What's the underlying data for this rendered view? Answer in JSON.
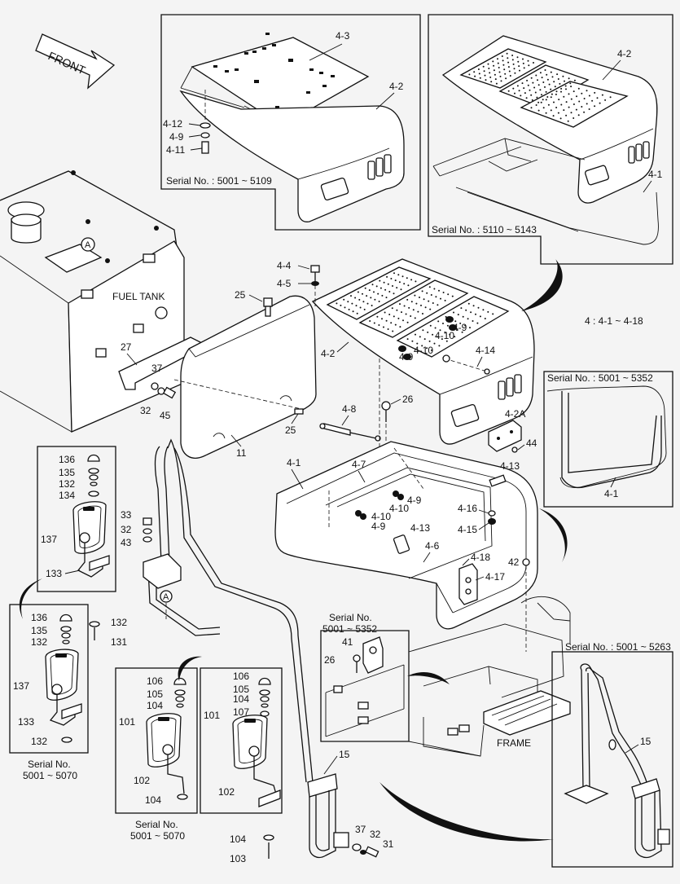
{
  "labels": {
    "front": "FRONT",
    "fuel_tank": "FUEL TANK",
    "frame": "FRAME",
    "part_range": "4 : 4-1 ~ 4-18",
    "p4_1": "4-1",
    "p4_2": "4-2",
    "p4_2a": "4-2A",
    "p4_3": "4-3",
    "p4_4": "4-4",
    "p4_5": "4-5",
    "p4_6": "4-6",
    "p4_7": "4-7",
    "p4_8": "4-8",
    "p4_9": "4-9",
    "p4_10": "4-10",
    "p4_11": "4-11",
    "p4_12": "4-12",
    "p4_13": "4-13",
    "p4_14": "4-14",
    "p4_15": "4-15",
    "p4_16": "4-16",
    "p4_17": "4-17",
    "p4_18": "4-18",
    "p11": "11",
    "p15": "15",
    "p25": "25",
    "p26": "26",
    "p27": "27",
    "p31": "31",
    "p32": "32",
    "p33": "33",
    "p37": "37",
    "p41": "41",
    "p42": "42",
    "p43": "43",
    "p44": "44",
    "p45": "45",
    "p101": "101",
    "p102": "102",
    "p103": "103",
    "p104": "104",
    "p105": "105",
    "p106": "106",
    "p107": "107",
    "p131": "131",
    "p132": "132",
    "p133": "133",
    "p134": "134",
    "p135": "135",
    "p136": "136",
    "p137": "137",
    "ref_a": "A"
  },
  "serials": {
    "top_left": "Serial No. : 5001 ~ 5109",
    "top_right": "Serial No. : 5110 ~ 5143",
    "right_mid": "Serial No. : 5001 ~ 5352",
    "mid_box_line1": "Serial No.",
    "mid_box_line2": "5001 ~ 5352",
    "right_bottom": "Serial No. : 5001 ~ 5263",
    "left_bottom_line1": "Serial No.",
    "left_bottom_line2": "5001 ~ 5070",
    "center_bottom_line1": "Serial No.",
    "center_bottom_line2": "5001 ~ 5070"
  }
}
